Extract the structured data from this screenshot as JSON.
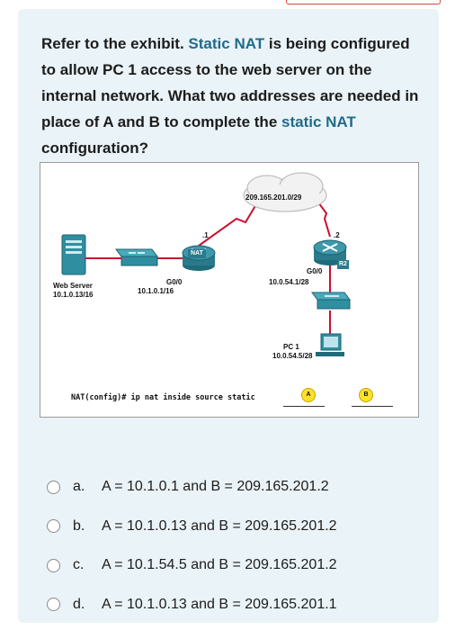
{
  "question": {
    "part1": "Refer to the exhibit. ",
    "hl1": "Static NAT",
    "part2": " is being configured to allow PC 1 access to the web server on the internal network. What two addresses are needed in place of A and B to complete the ",
    "hl2": "static NAT",
    "part3": " configuration?"
  },
  "exhibit": {
    "cloud_label": "209.165.201.0/29",
    "nat_label": "NAT",
    "r2_label": "R2",
    "nat_if_octet": ".1",
    "r2_if_octet": ".2",
    "nat_g0": "G0/0",
    "nat_g0_ip": "10.1.0.1/16",
    "r2_g0": "G0/0",
    "r2_g0_ip": "10.0.54.1/28",
    "web_server_name": "Web Server",
    "web_server_ip": "10.1.0.13/16",
    "pc_name": "PC 1",
    "pc_ip": "10.0.54.5/28",
    "cli": "NAT(config)# ip nat inside source static",
    "blank_a": "A",
    "blank_b": "B"
  },
  "options": [
    {
      "letter": "a.",
      "text": "A = 10.1.0.1 and B = 209.165.201.2"
    },
    {
      "letter": "b.",
      "text": "A = 10.1.0.13 and B = 209.165.201.2"
    },
    {
      "letter": "c.",
      "text": "A = 10.1.54.5 and B = 209.165.201.2"
    },
    {
      "letter": "d.",
      "text": "A = 10.1.0.13 and B = 209.165.201.1"
    }
  ],
  "colors": {
    "accent": "#1f6b8a",
    "router": "#2a7a8c",
    "switch": "#2f8fa0",
    "cable": "#c8102e",
    "bubble": "#ffe12b"
  }
}
